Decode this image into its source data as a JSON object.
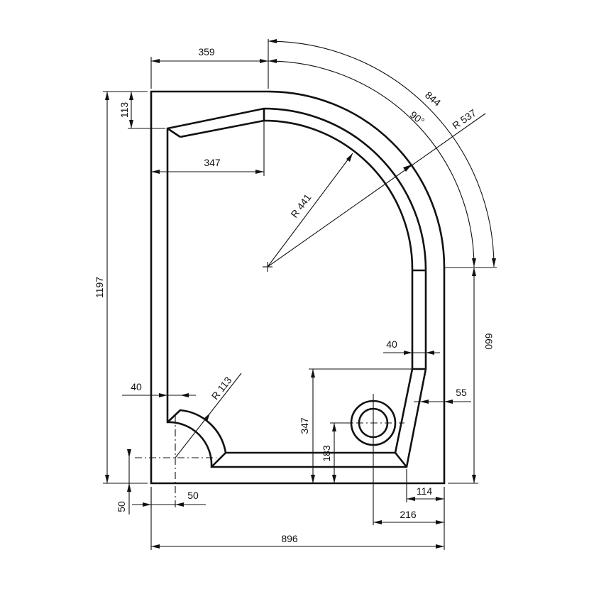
{
  "drawing": {
    "colors": {
      "line": "#111111",
      "background": "#ffffff"
    },
    "dimensions": {
      "overall_width": "896",
      "overall_height": "1197",
      "top_flat_length": "359",
      "top_offset": "113",
      "inner_top_length": "347",
      "inner_radius": "R 441",
      "outer_radius": "R 537",
      "angle": "90°",
      "arc_length": "844",
      "right_straight_height": "660",
      "rim_width_right": "40",
      "rim_width_left": "40",
      "rim_offset_right": "55",
      "seat_radius": "R 113",
      "drain_center_height": "183",
      "drain_zone_height": "347",
      "bottom_rim_right": "114",
      "drain_offset_right": "216",
      "corner_offset_x": "50",
      "corner_offset_y": "50"
    }
  }
}
